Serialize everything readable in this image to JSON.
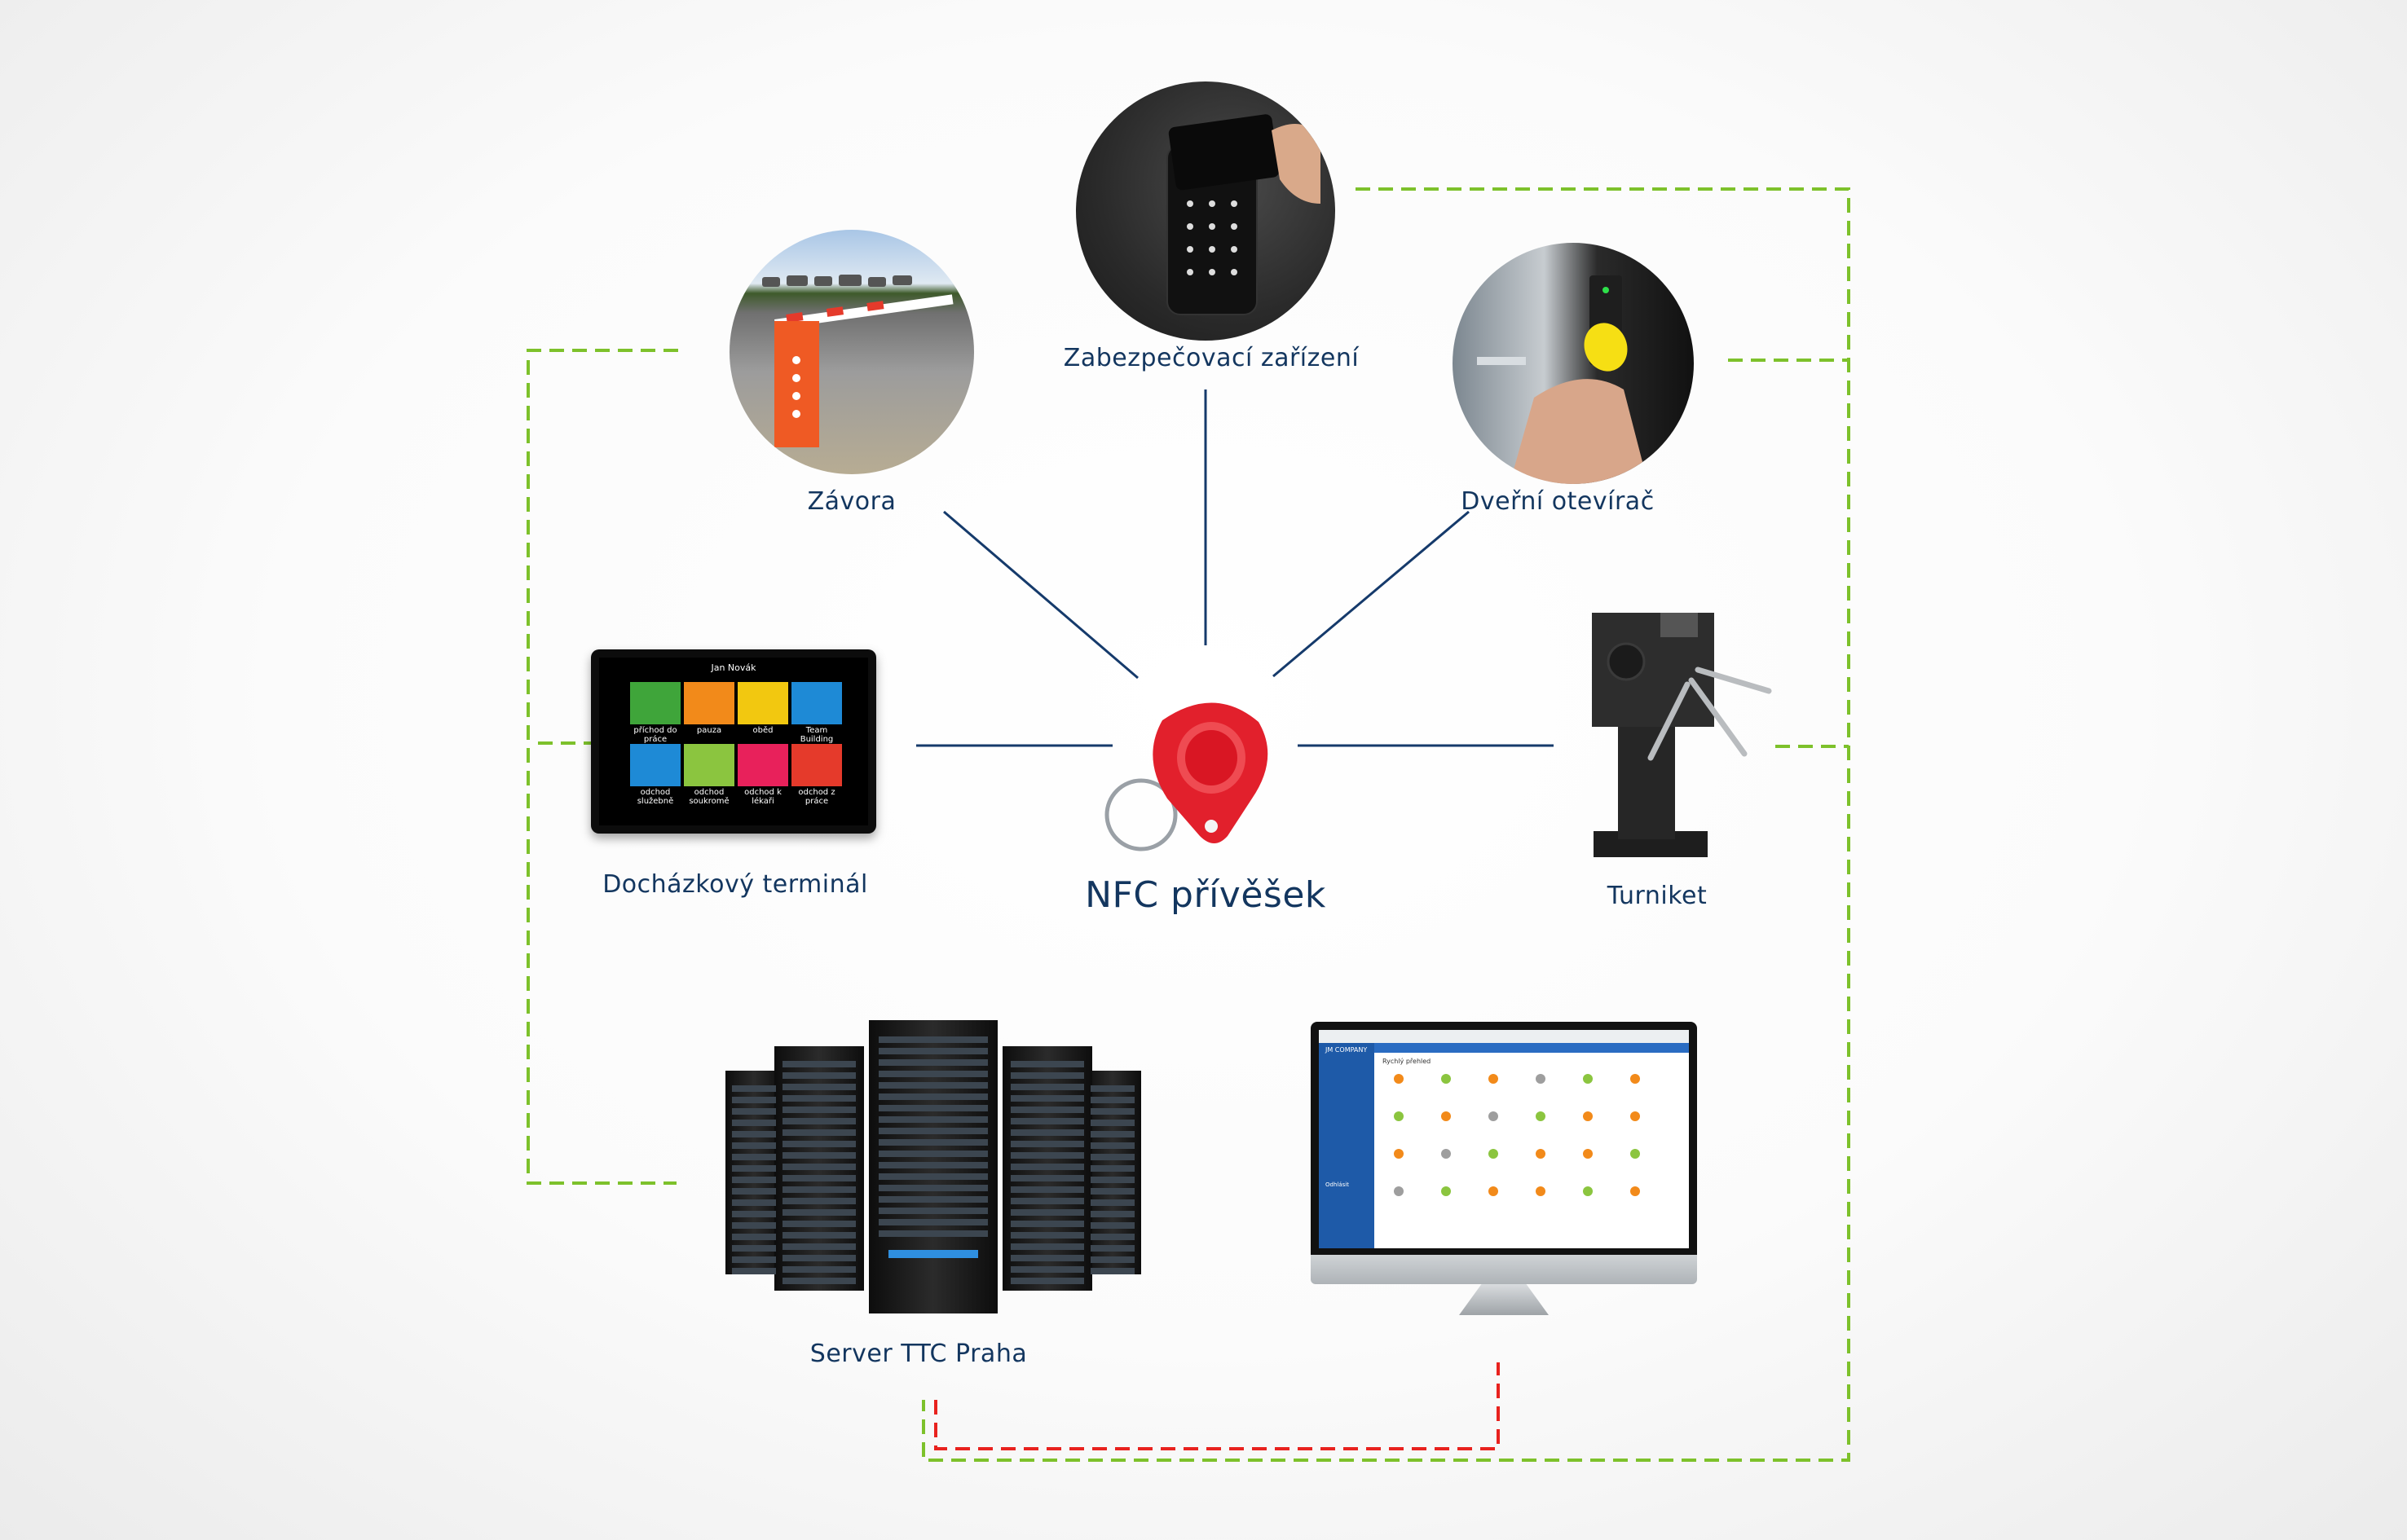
{
  "labels": {
    "barrier": "Závora",
    "security": "Zabezpečovací zařízení",
    "door": "Dveřní otevírač",
    "terminal": "Docházkový terminál",
    "nfc": "NFC přívěšek",
    "turnstile": "Turniket",
    "server": "Server TTC Praha"
  },
  "terminal_screen": {
    "user": "Jan Novák",
    "tiles": [
      {
        "label": "příchod do práce",
        "color": "#3fa53a"
      },
      {
        "label": "pauza",
        "color": "#f28a1a"
      },
      {
        "label": "oběd",
        "color": "#f2c810"
      },
      {
        "label": "Team Building",
        "color": "#1e8ad6"
      },
      {
        "label": "odchod služebně",
        "color": "#1e8ad6"
      },
      {
        "label": "odchod soukromě",
        "color": "#8bc53f"
      },
      {
        "label": "odchod k lékaři",
        "color": "#e8215b"
      },
      {
        "label": "odchod z práce",
        "color": "#e53a2b"
      }
    ]
  },
  "monitor_screen": {
    "brand": "JM COMPANY",
    "heading": "Rychlý přehled",
    "logout": "Odhlásit"
  },
  "colors": {
    "green_dashed": "#7dc12b",
    "red_dashed": "#e8221e",
    "blue_lines": "#153a6b",
    "text": "#13365f"
  }
}
